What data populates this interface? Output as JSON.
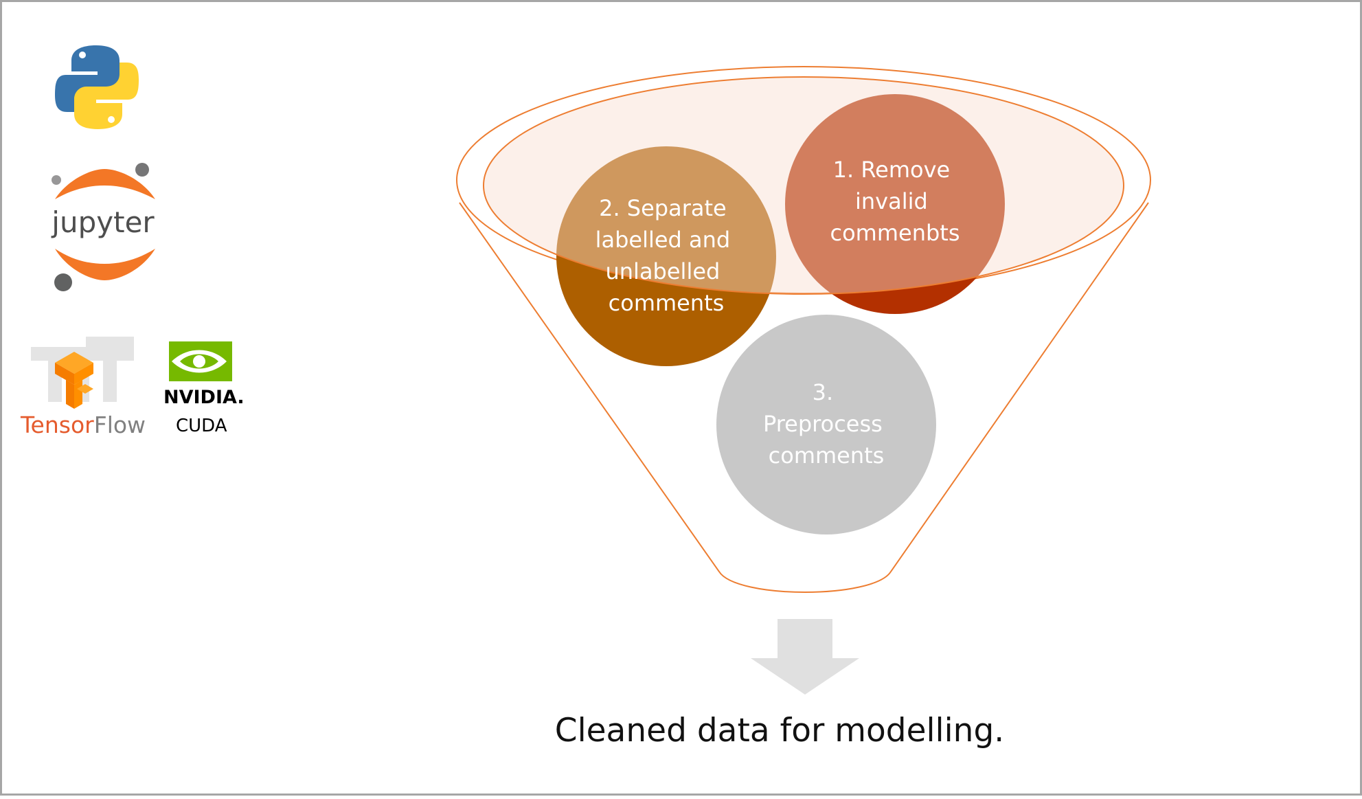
{
  "steps": [
    {
      "id": "step-1",
      "lines": [
        "1. Remove",
        "invalid",
        "commenbts"
      ],
      "color": "#B33000"
    },
    {
      "id": "step-2",
      "lines": [
        "2. Separate",
        "labelled and",
        "unlabelled",
        "comments"
      ],
      "color": "#AD5F00"
    },
    {
      "id": "step-3",
      "lines": [
        "3.",
        "Preprocess",
        "comments"
      ],
      "color": "#C8C8C8"
    }
  ],
  "result": {
    "label": "Cleaned data for modelling."
  },
  "logos": {
    "jupyter": "jupyter",
    "tensorflow": "TensorFlow",
    "nvidia": "NVIDIA.",
    "cuda": "CUDA"
  },
  "colors": {
    "funnel_outline": "#ED7D31",
    "funnel_fill": "#F8DDD0",
    "arrow": "#E0E0E0",
    "frame": "#A6A6A6"
  }
}
